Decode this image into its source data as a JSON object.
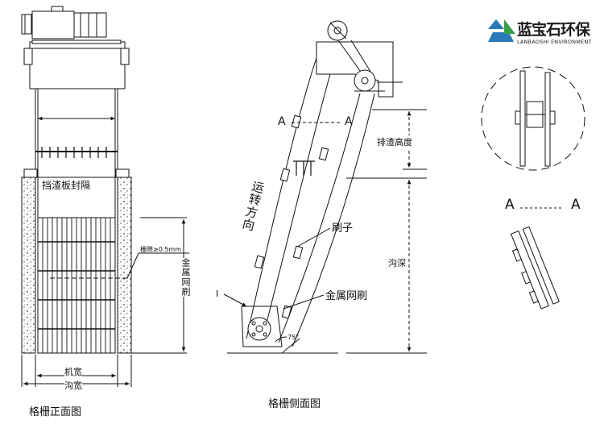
{
  "logo": {
    "name_cn": "蓝宝石环保",
    "name_en": "LANBAOSHI ENVIRONMENT",
    "colors": {
      "blue": "#2a7ab8",
      "green": "#3aa047",
      "dark": "#1c1c1c"
    }
  },
  "front_view": {
    "caption": "格栅正面图",
    "seal_label": "挡渣板封隔",
    "gap_label": "栅隙≥0.5mm",
    "grid_label": "金属网刷",
    "width_label": "机宽",
    "channel_label": "沟宽"
  },
  "side_view": {
    "caption": "格栅侧面图",
    "section_left": "A",
    "section_right": "A",
    "direction_label": "运转方向",
    "brush_label": "刷子",
    "mesh_brush_label": "金属网刷",
    "height_label": "排渣高度",
    "depth_label": "沟深",
    "angle_label": "75°",
    "marker_label": "I"
  },
  "detail_view": {
    "section_left": "A",
    "section_right": "A"
  }
}
